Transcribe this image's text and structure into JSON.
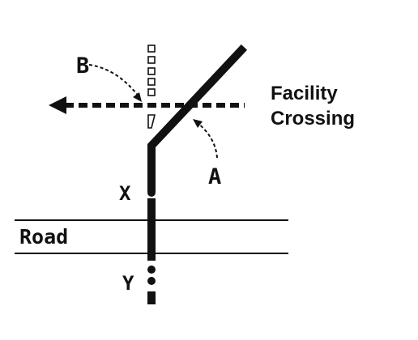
{
  "labels": {
    "facility_line1": "Facility",
    "facility_line2": "Crossing",
    "marker_b": "B",
    "marker_a": "A",
    "point_x": "X",
    "point_y": "Y",
    "road": "Road"
  },
  "colors": {
    "ink": "#111111",
    "background": "#ffffff"
  }
}
